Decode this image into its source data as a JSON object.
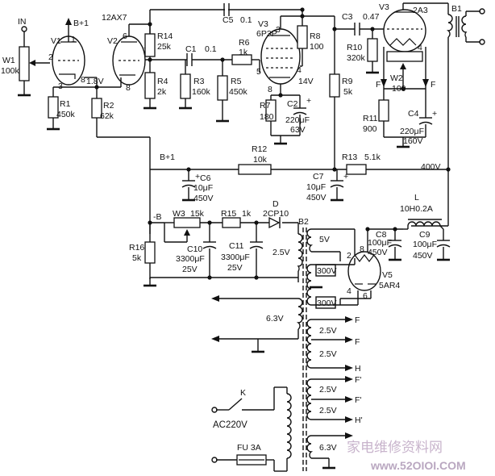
{
  "labels": {
    "in": "IN",
    "b_plus_top": "B+1",
    "v1": "V1",
    "v2": "V2",
    "tube_12ax7": "12AX7",
    "w1": "W1",
    "w1_val": "100k",
    "pin_2": "2",
    "pin_3": "3",
    "pin_1": "1",
    "pin_6": "6",
    "pin_7": "7",
    "pin_8": "8",
    "v1_pin8": "8",
    "bias_1v8": "1.8V",
    "r1": "R1",
    "r1_val": "450k",
    "r2": "R2",
    "r2_val": "62k",
    "r14": "R14",
    "r14_val": "25k",
    "r4": "R4",
    "r4_val": "2k",
    "c5": "C5",
    "c5_val": "0.1",
    "c1": "C1",
    "c1_val": "0.1",
    "r3": "R3",
    "r3_val": "160k",
    "r6": "R6",
    "r6_val": "1k",
    "r5": "R5",
    "r5_val": "450k",
    "v3_6p3p": "V3",
    "tube_6p3p": "6P3P",
    "pin_5": "5",
    "pin_4": "4",
    "v3_pin3": "3",
    "v3_pin8": "8",
    "v_14v": "14V",
    "r8": "R8",
    "r8_val": "100",
    "r7": "R7",
    "r7_val": "180",
    "c2": "C2",
    "c2_val": "220μF",
    "c2_volt": "63V",
    "r9": "R9",
    "r9_val": "5k",
    "c3": "C3",
    "c3_val": "0.47",
    "v3_2a3": "V3",
    "tube_2a3": "2A3",
    "b1": "B1",
    "r10": "R10",
    "r10_val": "320k",
    "w2": "W2",
    "w2_val": "100",
    "f_left": "F",
    "f_right": "F",
    "pin_4_2a3": "4",
    "r11": "R11",
    "r11_val": "900",
    "c4": "C4",
    "c4_val": "220μF",
    "c4_volt": "160V",
    "b_plus_mid": "B+1",
    "r12": "R12",
    "r12_val": "10k",
    "r13": "R13",
    "r13_val": "5.1k",
    "v_400v": "400V",
    "c6": "C6",
    "c6_val": "10μF",
    "c6_volt": "450V",
    "c7": "C7",
    "c7_val": "10μF",
    "c7_volt": "450V",
    "l": "L",
    "l_val": "10H0.2A",
    "neg_b": "-B",
    "w3": "W3",
    "w3_val": "15k",
    "r15": "R15",
    "r15_val": "1k",
    "d": "D",
    "d_val": "2CP10",
    "b2": "B2",
    "r16": "R16",
    "r16_val": "5k",
    "c10": "C10",
    "c10_val": "3300μF",
    "c10_volt": "25V",
    "c11": "C11",
    "c11_val": "3300μF",
    "c11_volt": "25V",
    "sec_2v5_top": "2.5V",
    "sec_5v": "5V",
    "c8": "C8",
    "c8_val": "100μF",
    "c8_volt": "450V",
    "c9": "C9",
    "c9_val": "100μF",
    "c9_volt": "450V",
    "v5": "V5",
    "tube_5ar4": "5AR4",
    "v5_pin2": "2",
    "v5_pin8": "8",
    "v5_pin4": "4",
    "v5_pin6": "6",
    "sec_300v_a": "300V",
    "sec_300v_b": "300V",
    "sec_6v3_mid": "6.3V",
    "sec_2v5_a": "2.5V",
    "sec_2v5_b": "2.5V",
    "tap_f1": "F",
    "tap_f2": "F",
    "tap_h1": "H",
    "sec_2v5_c": "2.5V",
    "sec_2v5_d": "2.5V",
    "tap_f3": "F'",
    "tap_f4": "F'",
    "tap_h2": "H'",
    "sec_6v3_bot": "6.3V",
    "k": "K",
    "ac220": "AC220V",
    "fuse": "FU  3A",
    "watermark_cn": "家电维修资料网",
    "watermark_url": "www.52OIOI.COM"
  }
}
